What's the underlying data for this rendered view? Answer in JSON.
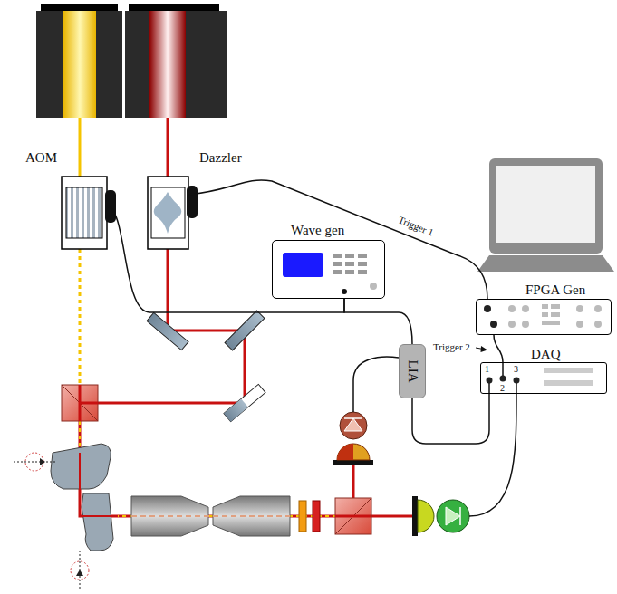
{
  "diagram": {
    "nodes": [
      {
        "text": [
          "AOM"
        ]
      },
      {
        "text": [
          "Dazzler"
        ]
      },
      {
        "text": [
          "Wave gen"
        ]
      },
      {
        "text": [
          "FPGA Gen"
        ]
      },
      {
        "text": [
          "DAQ"
        ]
      },
      {
        "text": [
          "LIA"
        ]
      }
    ],
    "edges": [
      {
        "from": 1,
        "to": 3,
        "label": "Trigger 1",
        "arrow": "none"
      },
      {
        "from": 2,
        "to": 0,
        "arrow": "none"
      },
      {
        "from": 2,
        "to": 5,
        "arrow": "none"
      },
      {
        "from": 5,
        "to": 4,
        "arrow": "none"
      },
      {
        "from": 3,
        "to": 4,
        "arrow": "none"
      }
    ],
    "labels": [
      "Trigger 2",
      "1",
      "2",
      "3"
    ]
  }
}
